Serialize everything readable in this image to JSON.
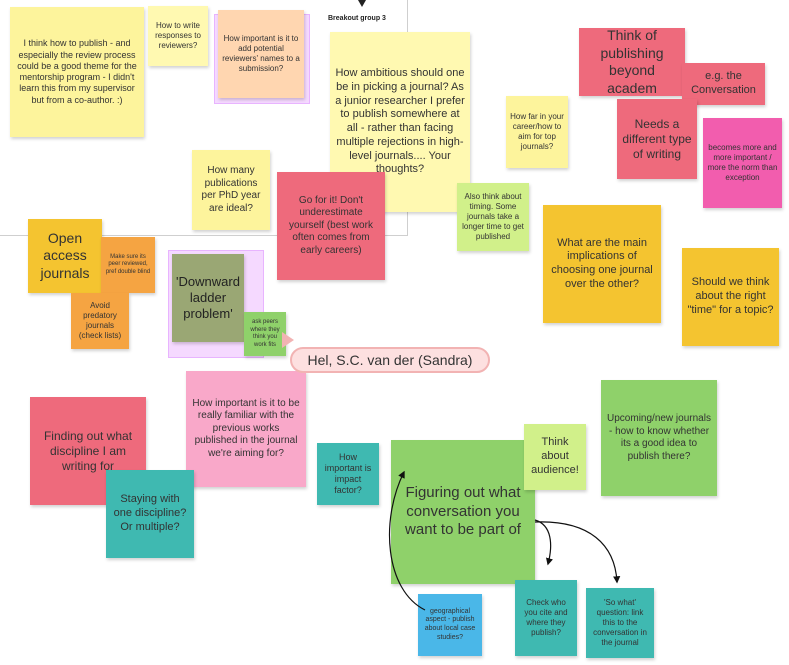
{
  "frame": {
    "label": "Breakout group 3"
  },
  "collaborator": {
    "name": "Hel, S.C. van der (Sandra)"
  },
  "notes": {
    "mentorship_theme": "I think how to publish - and especially the review process could be a good theme for the mentorship program - I didn't learn this from my supervisor but from a co-author. :)",
    "write_responses": "How to write responses to reviewers?",
    "potential_reviewers": "How important is it to add potential reviewers' names to a submission?",
    "ambitious_journal": "How ambitious should one be in picking a journal? As a junior researcher I prefer to publish somewhere at all - rather than facing multiple rejections in high-level journals.... Your thoughts?",
    "how_far_career": "How far in your career/how to aim for top journals?",
    "publications_per_year": "How many publications per PhD year are ideal?",
    "go_for_it": "Go for it! Don't underestimate yourself (best work often comes from early careers)",
    "timing": "Also think about timing. Some journals take a longer time to get published",
    "think_beyond_academia": "Think of publishing beyond academ",
    "eg_conversation": "e.g. the Conversation",
    "different_writing": "Needs a different type of writing",
    "more_important": "becomes more and more important / more the norm than exception",
    "open_access": "Open access journals",
    "peer_reviewed": "Make sure its peer reviewed, pref double blind",
    "avoid_predatory": "Avoid predatory journals (check lists)",
    "downward_ladder": "'Downward ladder problem'",
    "ask_peers": "ask peers where they think you work fits",
    "implications": "What are the main implications of choosing one journal over the other?",
    "right_time": "Should we think about the right \"time\" for a topic?",
    "finding_discipline": "Finding out what discipline I am writing for",
    "familiar_previous": "How important is it to be really familiar with the previous works published in the journal we're aiming for?",
    "staying_discipline": "Staying with one discipline? Or multiple?",
    "impact_factor": "How important is impact factor?",
    "figuring_conversation": "Figuring out what conversation you want to be part of",
    "think_audience": "Think about audience!",
    "upcoming_journals": "Upcoming/new journals - how to know whether its a good idea to publish there?",
    "geographical": "geographical aspect - publish about local case studies?",
    "check_who": "Check who you cite and where they publish?",
    "so_what": "'So what' question: link this to the conversation in the journal"
  },
  "colors": {
    "yellow": "#fdf49c",
    "light_yellow": "#fff9b1",
    "peach": "#ffd6b0",
    "red": "#ee6a7c",
    "pink": "#f9a8c9",
    "magenta": "#f25dae",
    "orange": "#f5a442",
    "gold": "#f4c430",
    "olive": "#9aa774",
    "green": "#8fd16a",
    "lime": "#d1f08a",
    "teal": "#3fb9b1",
    "sky": "#4ab7e8",
    "grape": "#e49ad6"
  }
}
